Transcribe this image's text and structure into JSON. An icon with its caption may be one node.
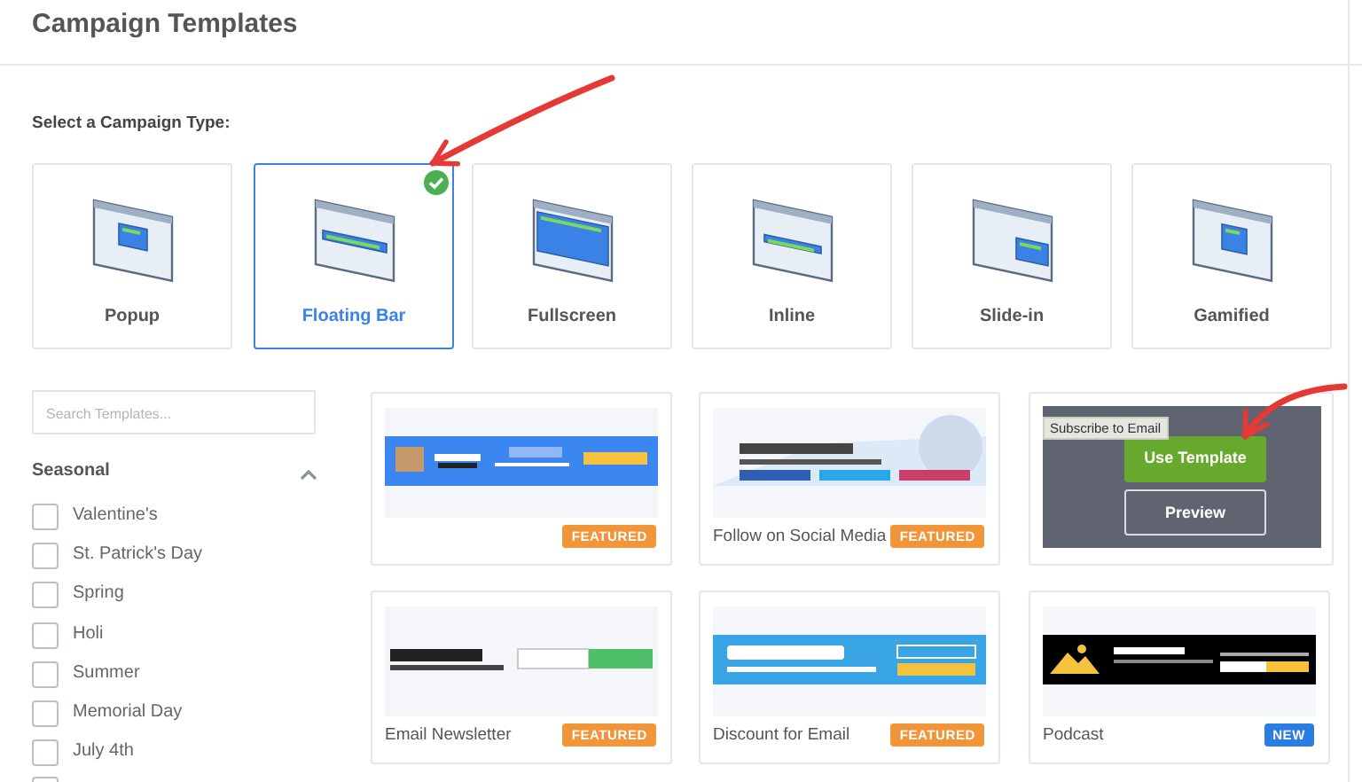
{
  "diagram": {
    "title": "Campaign Templates",
    "nodes": [
      {
        "text": [
          "Popup"
        ]
      },
      {
        "text": [
          "Floating Bar"
        ]
      },
      {
        "text": [
          "Fullscreen"
        ]
      },
      {
        "text": [
          "Inline"
        ]
      },
      {
        "text": [
          "Slide-in"
        ]
      },
      {
        "text": [
          "Gamified"
        ]
      },
      {
        "text": [
          "FEATURED"
        ]
      },
      {
        "text": [
          "Follow on Social Media",
          "FEATURED"
        ]
      },
      {
        "text": [
          "Subscribe to Email"
        ]
      },
      {
        "text": [
          "Use Template"
        ],
        "in": 8
      },
      {
        "text": [
          "Preview"
        ],
        "in": 8
      },
      {
        "text": [
          "Email Newsletter",
          "FEATURED"
        ]
      },
      {
        "text": [
          "Discount for Email",
          "FEATURED"
        ]
      },
      {
        "text": [
          "Podcast",
          "NEW"
        ]
      }
    ],
    "edges": [
      {
        "from": null,
        "to": 1,
        "arrow": "to",
        "color": "#e53935"
      },
      {
        "from": null,
        "to": 9,
        "arrow": "to",
        "color": "#e53935"
      }
    ],
    "labels": [
      "Select a Campaign Type:",
      "Search Templates...",
      "Seasonal",
      "Valentine's",
      "St. Patrick's Day",
      "Spring",
      "Holi",
      "Summer",
      "Memorial Day",
      "July 4th"
    ]
  }
}
